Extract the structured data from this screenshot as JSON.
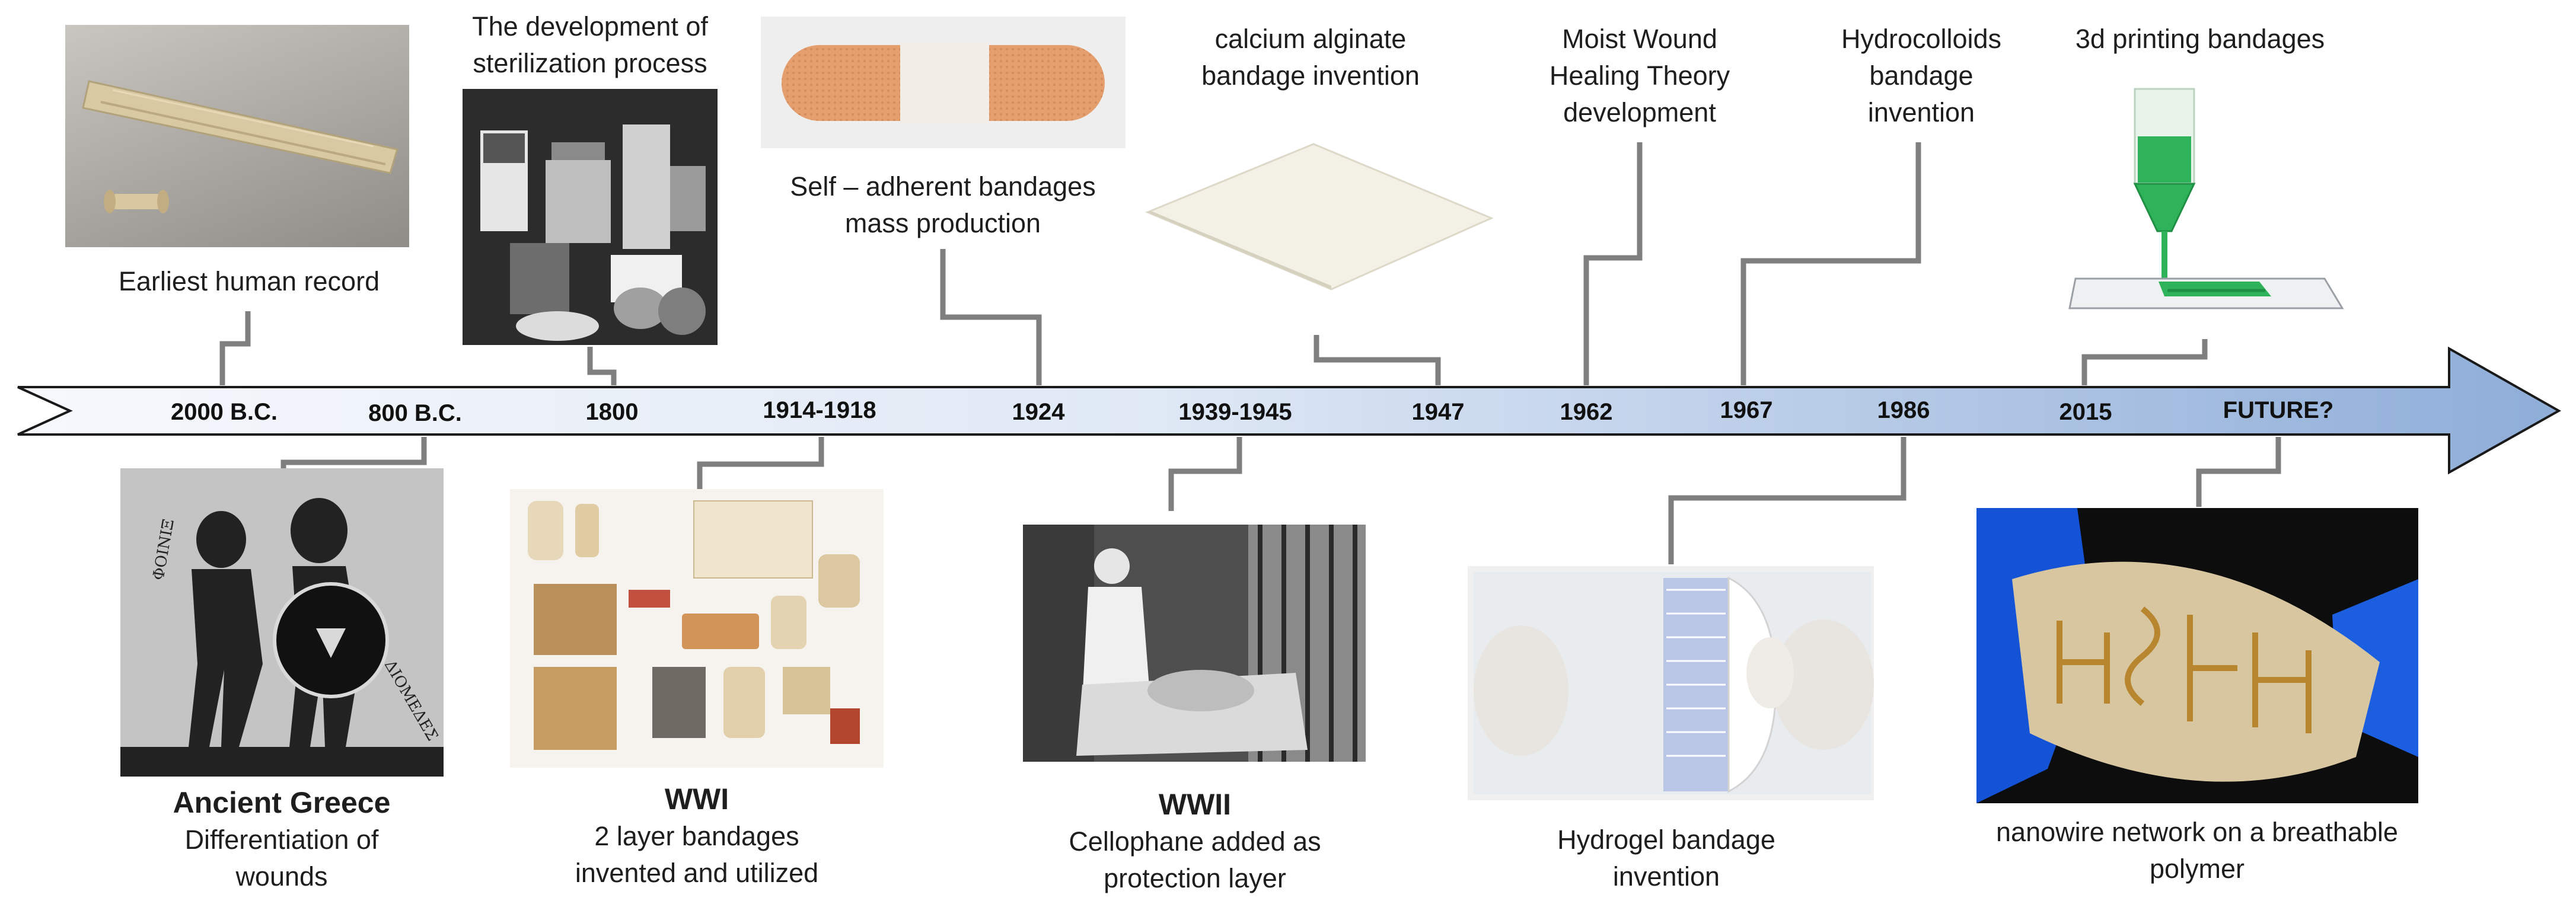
{
  "timeline": {
    "years": [
      "2000 B.C.",
      "800 B.C.",
      "1800",
      "1914-1918",
      "1924",
      "1939-1945",
      "1947",
      "1962",
      "1967",
      "1986",
      "2015",
      "FUTURE?"
    ]
  },
  "top_events": {
    "earliest": "Earliest human record",
    "sterilization": [
      "The development of",
      "sterilization process"
    ],
    "self_adherent": [
      "Self – adherent bandages",
      "mass production"
    ],
    "alginate": [
      "calcium alginate",
      "bandage invention"
    ],
    "moist": [
      "Moist Wound",
      "Healing Theory",
      "development"
    ],
    "hydrocolloid": [
      "Hydrocolloids",
      "bandage",
      "invention"
    ],
    "printing": "3d printing bandages"
  },
  "bottom_events": {
    "greece": {
      "title": "Ancient Greece",
      "lines": [
        "Differentiation of",
        "wounds"
      ]
    },
    "wwi": {
      "title": "WWI",
      "lines": [
        "2 layer bandages",
        "invented and utilized"
      ]
    },
    "wwii": {
      "title": "WWII",
      "lines": [
        "Cellophane added as",
        "protection layer"
      ]
    },
    "hydrogel": [
      "Hydrogel bandage",
      "invention"
    ],
    "nanowire": [
      "nanowire network on a breathable",
      "polymer"
    ]
  },
  "artwork_text": {
    "greece_names": [
      "ΦΟΙΝΙΞ",
      "ΔΙΟΜΕΔΕΣ"
    ]
  },
  "colors": {
    "arrow_fill_start": "#f4f7fc",
    "arrow_fill_end": "#90afd9",
    "arrow_stroke": "#1a1a1a",
    "connector": "#7f7f7f"
  }
}
